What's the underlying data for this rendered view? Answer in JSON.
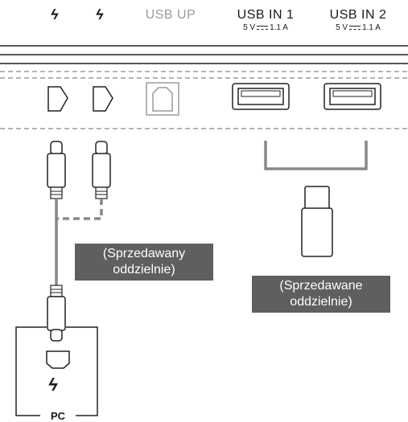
{
  "ports": {
    "tb1_symbol": "ϟ",
    "tb2_symbol": "ϟ",
    "usb_up": "USB UP",
    "usb_in1": "USB IN 1",
    "usb_in1_rating_v": "5 V",
    "usb_in1_rating_a": "1.1 A",
    "usb_in2": "USB IN 2",
    "usb_in2_rating_v": "5 V",
    "usb_in2_rating_a": "1.1 A"
  },
  "captions": {
    "cable_line1": "(Sprzedawany",
    "cable_line2": "oddzielnie)",
    "device_line1": "(Sprzedawane",
    "device_line2": "oddzielnie)"
  },
  "pc": {
    "label": "PC",
    "symbol": "ϟ"
  },
  "colors": {
    "usb_up_text": "#9a9a9a",
    "caption_bg": "#5f5f5f",
    "line": "#222222",
    "dashed": "#888888"
  }
}
